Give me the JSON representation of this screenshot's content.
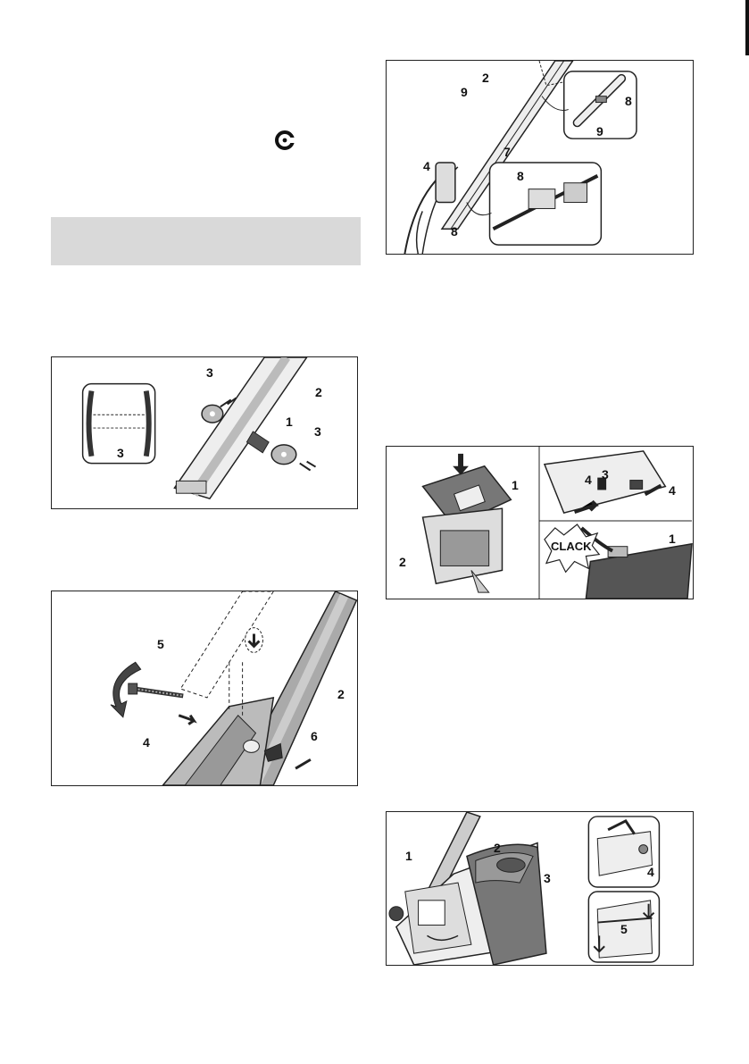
{
  "figures": {
    "fig_handle_cable": {
      "labels": [
        "2",
        "9",
        "7",
        "4",
        "8",
        "8",
        "9",
        "8"
      ]
    },
    "fig_tube_spacer": {
      "labels": [
        "3",
        "2",
        "3",
        "1",
        "3"
      ]
    },
    "fig_grass_catcher": {
      "labels": [
        "1",
        "2",
        "4",
        "3",
        "4",
        "1"
      ],
      "clack": "CLACK"
    },
    "fig_handle_bolt": {
      "labels": [
        "5",
        "2",
        "6",
        "4"
      ]
    },
    "fig_mower_catcher": {
      "labels": [
        "1",
        "2",
        "3",
        "4",
        "5"
      ]
    }
  },
  "icons": {
    "safety_mark": "c-circle-icon"
  }
}
